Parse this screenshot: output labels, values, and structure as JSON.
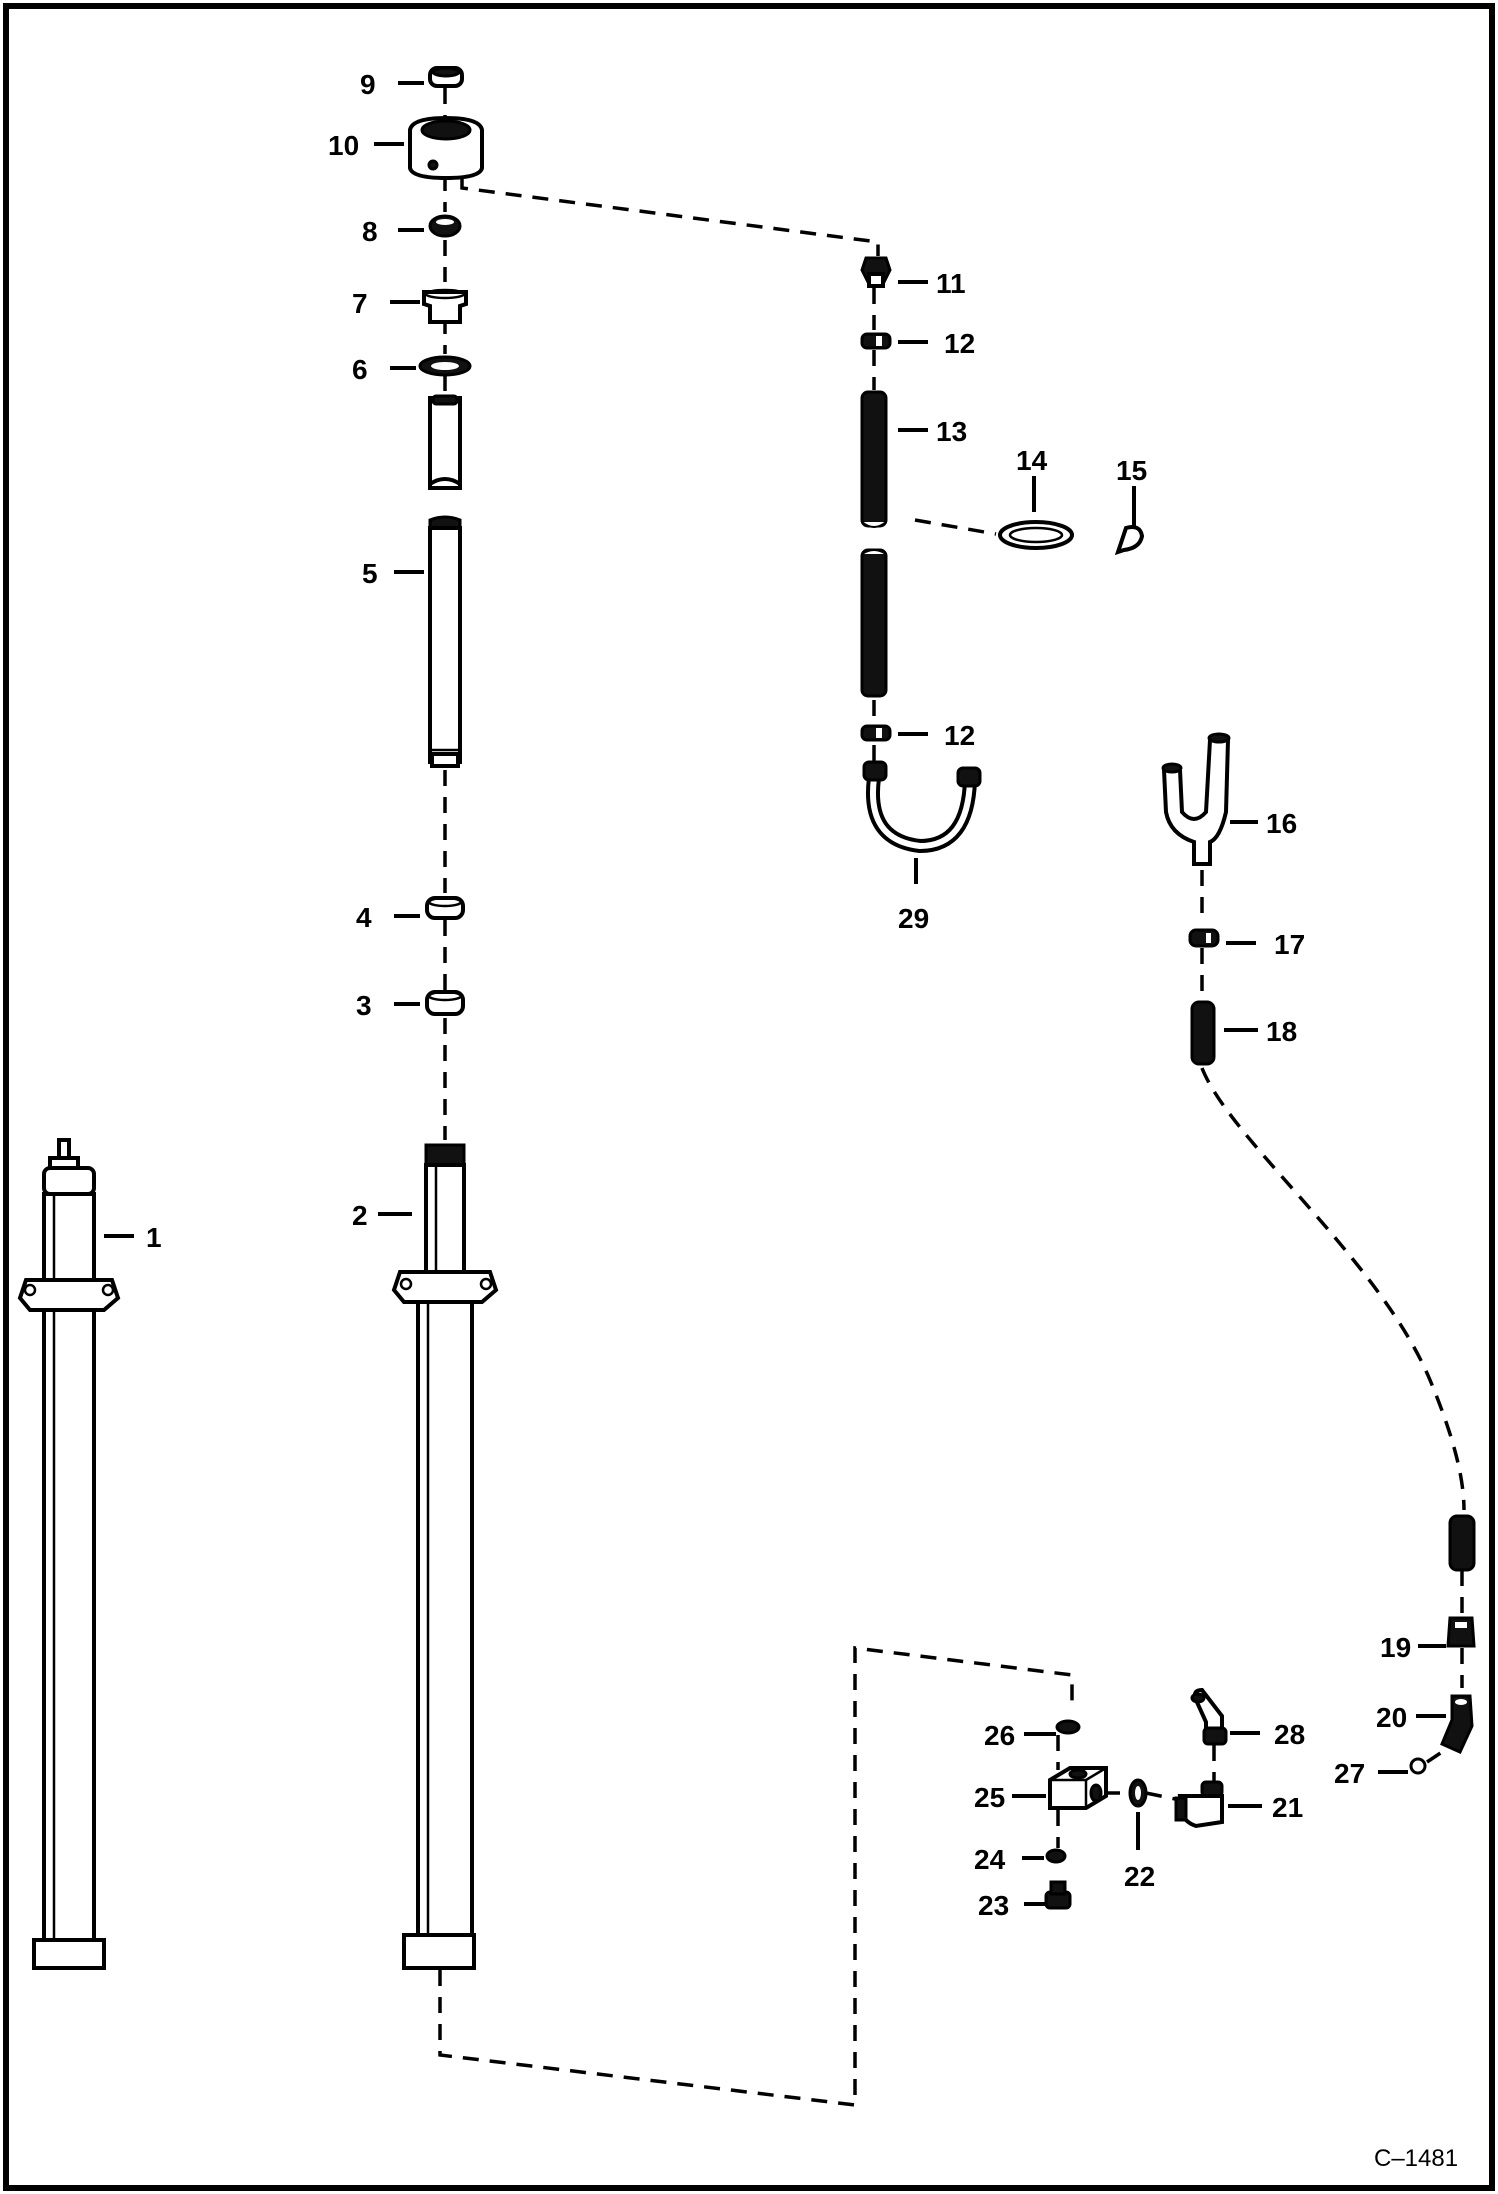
{
  "drawing_code": "C–1481",
  "callouts": [
    {
      "text": "1"
    },
    {
      "text": "2"
    },
    {
      "text": "3"
    },
    {
      "text": "4"
    },
    {
      "text": "5"
    },
    {
      "text": "6"
    },
    {
      "text": "7"
    },
    {
      "text": "8"
    },
    {
      "text": "9"
    },
    {
      "text": "10"
    },
    {
      "text": "11"
    },
    {
      "text": "12"
    },
    {
      "text": "12"
    },
    {
      "text": "13"
    },
    {
      "text": "14"
    },
    {
      "text": "15"
    },
    {
      "text": "16"
    },
    {
      "text": "17"
    },
    {
      "text": "18"
    },
    {
      "text": "19"
    },
    {
      "text": "20"
    },
    {
      "text": "21"
    },
    {
      "text": "22"
    },
    {
      "text": "23"
    },
    {
      "text": "24"
    },
    {
      "text": "25"
    },
    {
      "text": "26"
    },
    {
      "text": "27"
    },
    {
      "text": "28"
    },
    {
      "text": "29"
    }
  ]
}
